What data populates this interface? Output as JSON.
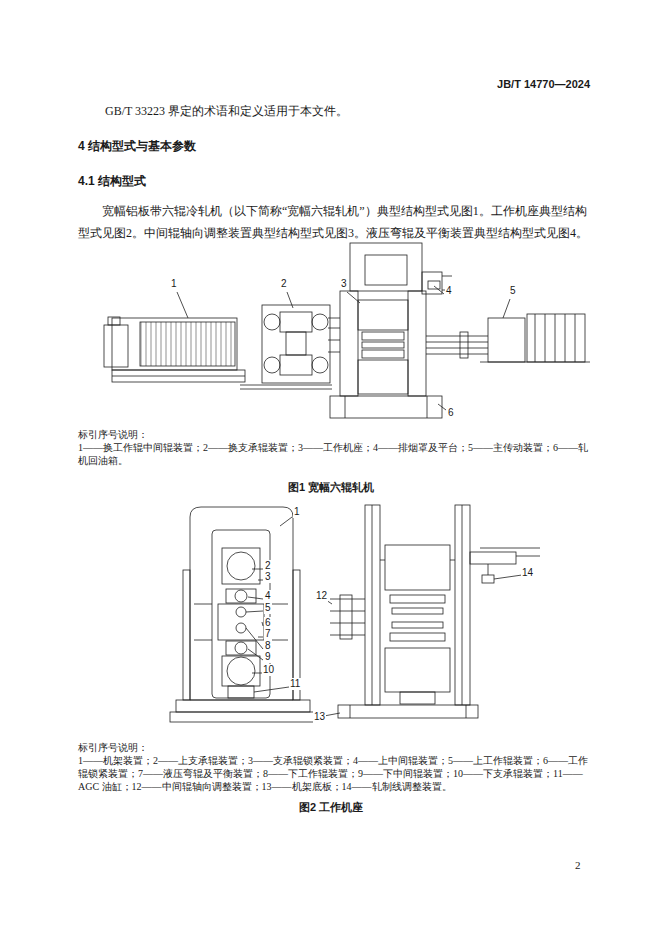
{
  "diagram": {
    "labels": [
      "JB/T 14770—2024",
      "GB/T 33223 界定的术语和定义适用于本文件。",
      "4 结构型式与基本参数",
      "4.1 结构型式",
      "宽幅铝板带六辊冷轧机（以下简称“宽幅六辊轧机”）典型结构型式见图1。工作机座典型结构型式见图2。中间辊轴向调整装置典型结构型式见图3。液压弯辊及平衡装置典型结构型式见图4。",
      "1",
      "2",
      "3",
      "4",
      "5",
      "6",
      "标引序号说明：",
      "1——换工作辊中间辊装置；2——换支承辊装置；3——工作机座；4——排烟罩及平台；5——主传动装置；6——轧机回油箱。",
      "图1 宽幅六辊轧机",
      "1",
      "2",
      "3",
      "4",
      "5",
      "6",
      "7",
      "8",
      "9",
      "10",
      "11",
      "12",
      "13",
      "14",
      "标引序号说明：",
      "1——机架装置；2——上支承辊装置；3——支承辊锁紧装置；4——上中间辊装置；5——上工作辊装置；6——工作辊锁紧装置；7——液压弯辊及平衡装置；8——下工作辊装置；9——下中间辊装置；10——下支承辊装置；11——AGC 油缸；12——中间辊轴向调整装置；13——机架底板；14——轧制线调整装置。",
      "图2 工作机座",
      "2"
    ]
  }
}
